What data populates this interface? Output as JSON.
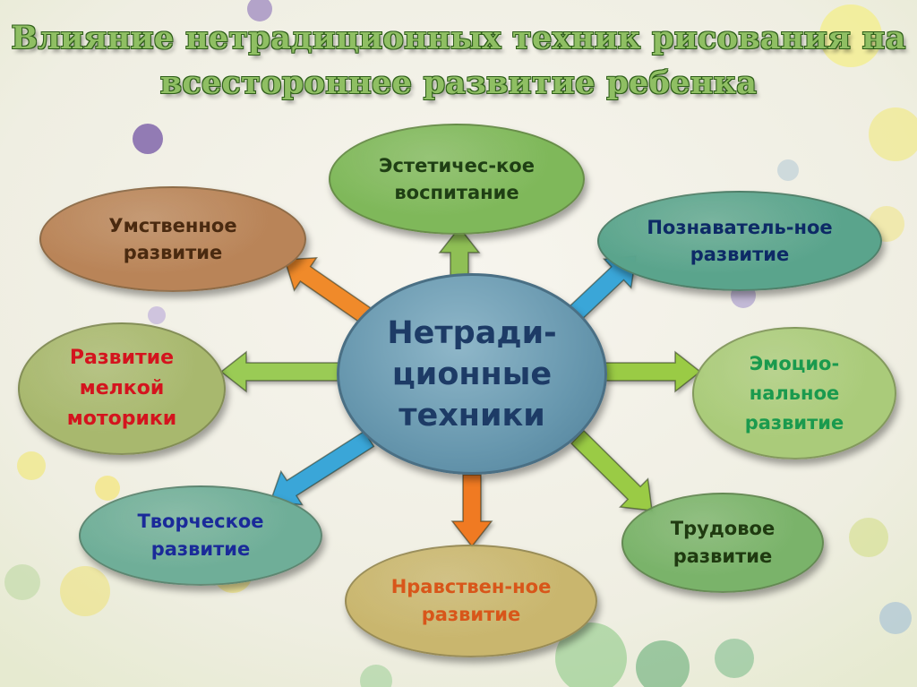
{
  "title": {
    "line1": "Влияние нетрадиционных техник рисования на",
    "line2": "всестороннее развитие ребенка"
  },
  "center": {
    "label": "Нетради-\nционные\nтехники",
    "color": "#6a98b0"
  },
  "nodes": [
    {
      "id": "aesthetic",
      "label": "Эстетичес-кое\nвоспитание",
      "fill": "#7fb85a",
      "text_color": "#1f3f14"
    },
    {
      "id": "mental",
      "label": "Умственное\nразвитие",
      "fill": "#b98458",
      "text_color": "#4a2a10"
    },
    {
      "id": "cognitive",
      "label": "Познаватель-ное\nразвитие",
      "fill": "#5aa48c",
      "text_color": "#0d2a66"
    },
    {
      "id": "fine-motor",
      "label": "Развитие\nмелкой\nмоторики",
      "fill": "#a8b86e",
      "text_color": "#d4141e"
    },
    {
      "id": "emotional",
      "label": "Эмоцио-\nнальное\nразвитие",
      "fill": "#aacb7a",
      "text_color": "#1a9a4e"
    },
    {
      "id": "creative",
      "label": "Творческое\nразвитие",
      "fill": "#6fae98",
      "text_color": "#1a2a99"
    },
    {
      "id": "labor",
      "label": "Трудовое\nразвитие",
      "fill": "#7ab36a",
      "text_color": "#1f3a10"
    },
    {
      "id": "moral",
      "label": "Нравствен-ное\nразвитие",
      "fill": "#c9b66e",
      "text_color": "#d8561a"
    }
  ],
  "arrow_colors": {
    "aesthetic": "#8fbf55",
    "mental": "#f08a2a",
    "cognitive": "#3aa6d8",
    "fine-motor": "#9acb55",
    "emotional": "#9acb45",
    "creative": "#3aa6d8",
    "labor": "#9acb45",
    "moral": "#f07a22"
  }
}
